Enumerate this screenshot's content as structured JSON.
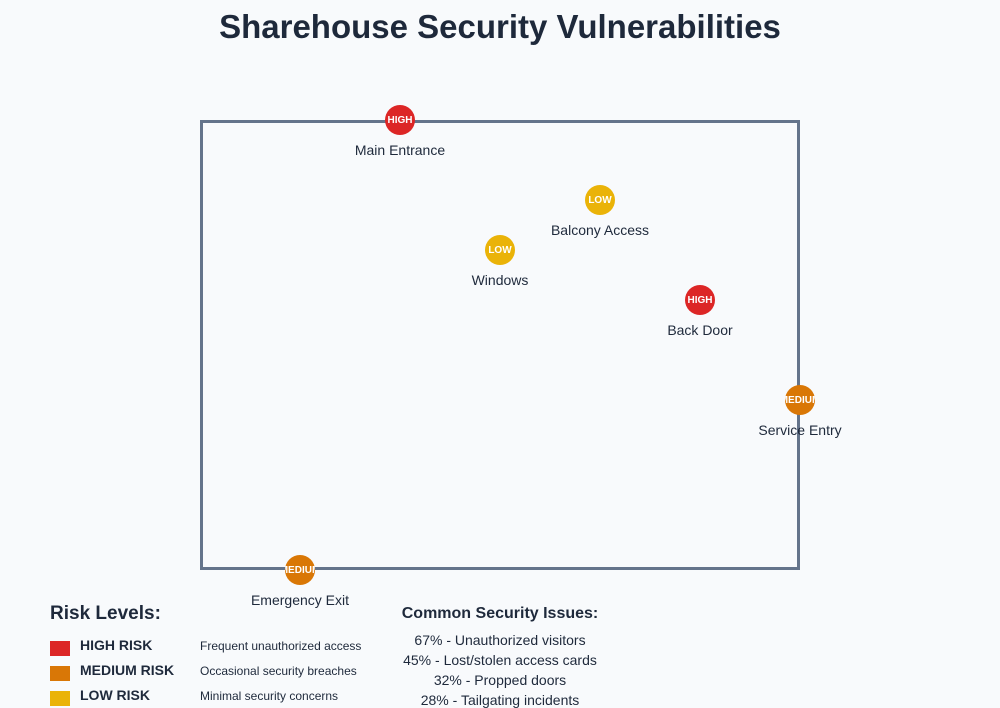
{
  "title": "Sharehouse Security Vulnerabilities",
  "colors": {
    "HIGH": "#dc2626",
    "MEDIUM": "#d97706",
    "LOW": "#eab308",
    "outline": "#64748b"
  },
  "points": [
    {
      "name": "Main Entrance",
      "risk": "HIGH"
    },
    {
      "name": "Balcony Access",
      "risk": "LOW"
    },
    {
      "name": "Windows",
      "risk": "LOW"
    },
    {
      "name": "Back Door",
      "risk": "HIGH"
    },
    {
      "name": "Service Entry",
      "risk": "MEDIUM"
    },
    {
      "name": "Emergency Exit",
      "risk": "MEDIUM"
    }
  ],
  "legend": {
    "title": "Risk Levels:",
    "items": [
      {
        "label": "HIGH RISK",
        "desc": "Frequent unauthorized access",
        "color": "#dc2626"
      },
      {
        "label": "MEDIUM RISK",
        "desc": "Occasional security breaches",
        "color": "#d97706"
      },
      {
        "label": "LOW RISK",
        "desc": "Minimal security concerns",
        "color": "#eab308"
      }
    ]
  },
  "issues": {
    "title": "Common Security Issues:",
    "items": [
      "67% - Unauthorized visitors",
      "45% - Lost/stolen access cards",
      "32% - Propped doors",
      "28% - Tailgating incidents"
    ]
  }
}
